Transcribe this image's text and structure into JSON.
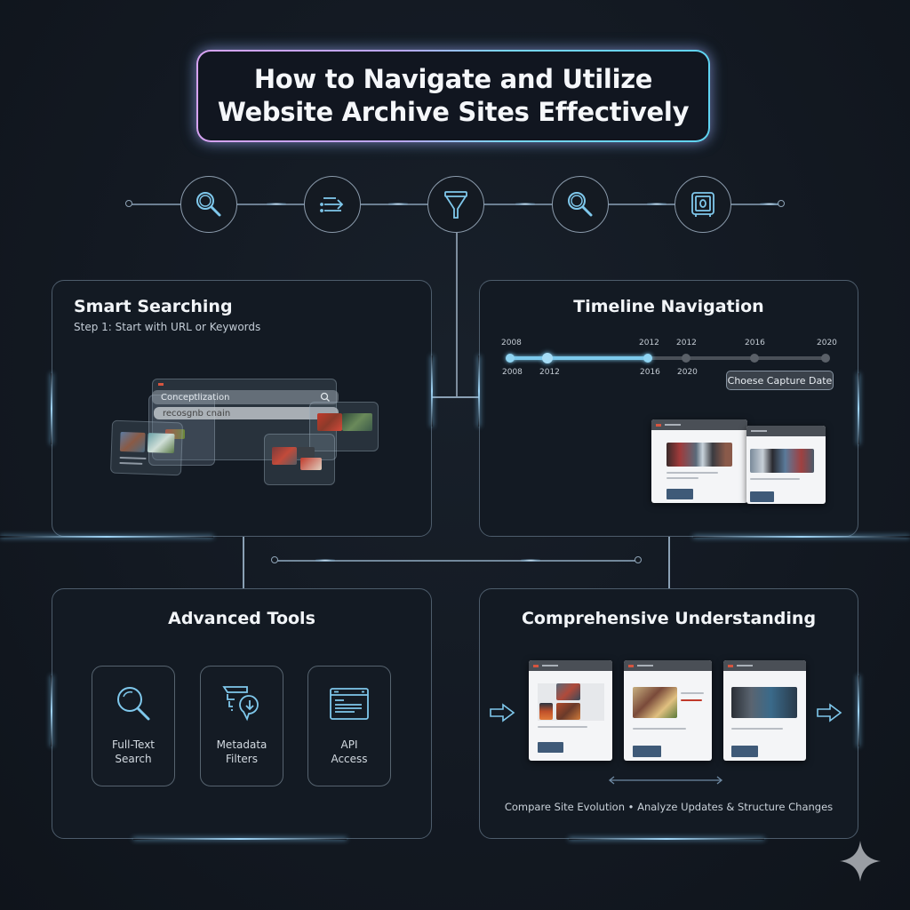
{
  "title": {
    "line1": "How to Navigate and Utilize",
    "line2": "Website Archive Sites Effectively",
    "gradient_colors": [
      "#d7a3f2",
      "#5fd3f2"
    ]
  },
  "icon_rail": {
    "icons": [
      {
        "name": "search-icon"
      },
      {
        "name": "list-arrow-icon"
      },
      {
        "name": "funnel-icon"
      },
      {
        "name": "search-icon"
      },
      {
        "name": "vault-icon"
      }
    ],
    "accent": "#7fc8ec"
  },
  "panels": {
    "smart_searching": {
      "title": "Smart Searching",
      "subtitle": "Step 1: Start with URL or Keywords",
      "search_value": "Conceptlization",
      "search_suggestion": "recosgnb cnain"
    },
    "timeline_navigation": {
      "title": "Timeline Navigation",
      "top_labels": [
        "2008",
        "2012",
        "2012",
        "2016",
        "2020"
      ],
      "bottom_labels": [
        "2008",
        "2012",
        "2016",
        "2020"
      ],
      "tooltip": "Choese Capture Date",
      "active_color": "#7cc9ec",
      "inactive_color": "#4a5058"
    },
    "advanced_tools": {
      "title": "Advanced Tools",
      "tools": [
        {
          "line1": "Full-Text",
          "line2": "Search",
          "icon": "search-icon"
        },
        {
          "line1": "Metadata",
          "line2": "Filters",
          "icon": "filter-download-icon"
        },
        {
          "line1": "API",
          "line2": "Access",
          "icon": "browser-window-icon"
        }
      ]
    },
    "comprehensive_understanding": {
      "title": "Comprehensive Understanding",
      "caption": "Compare Site Evolution • Analyze Updates & Structure Changes"
    }
  }
}
